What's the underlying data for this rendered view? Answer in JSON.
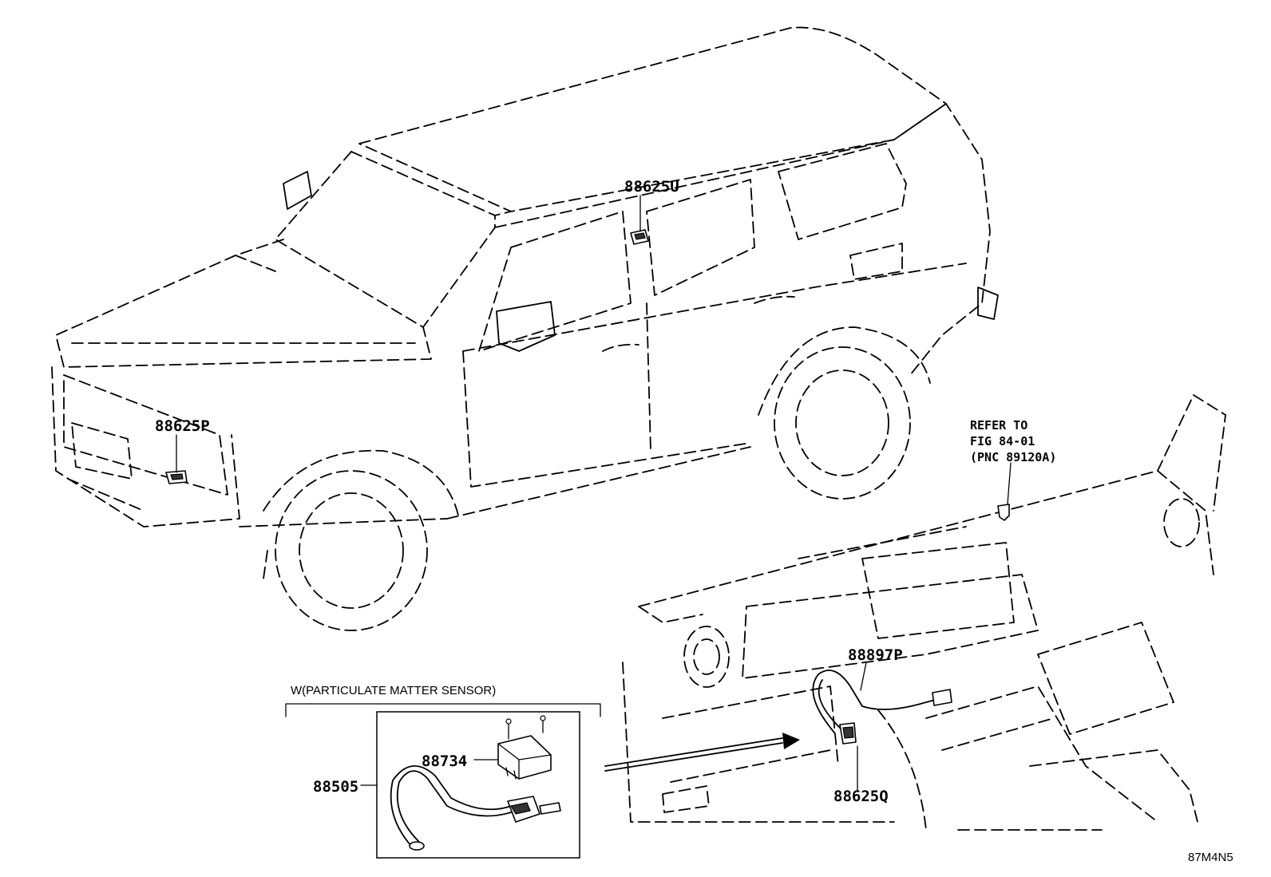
{
  "callouts": {
    "p88625U": "88625U",
    "p88625P": "88625P",
    "p88897P": "88897P",
    "p88625Q": "88625Q",
    "p88734": "88734",
    "p88505": "88505"
  },
  "reference": {
    "line1": "REFER TO",
    "line2": "FIG 84-01",
    "line3": "(PNC 89120A)"
  },
  "option_caption": "W(PARTICULATE MATTER SENSOR)",
  "figure_code": "87M4N5"
}
